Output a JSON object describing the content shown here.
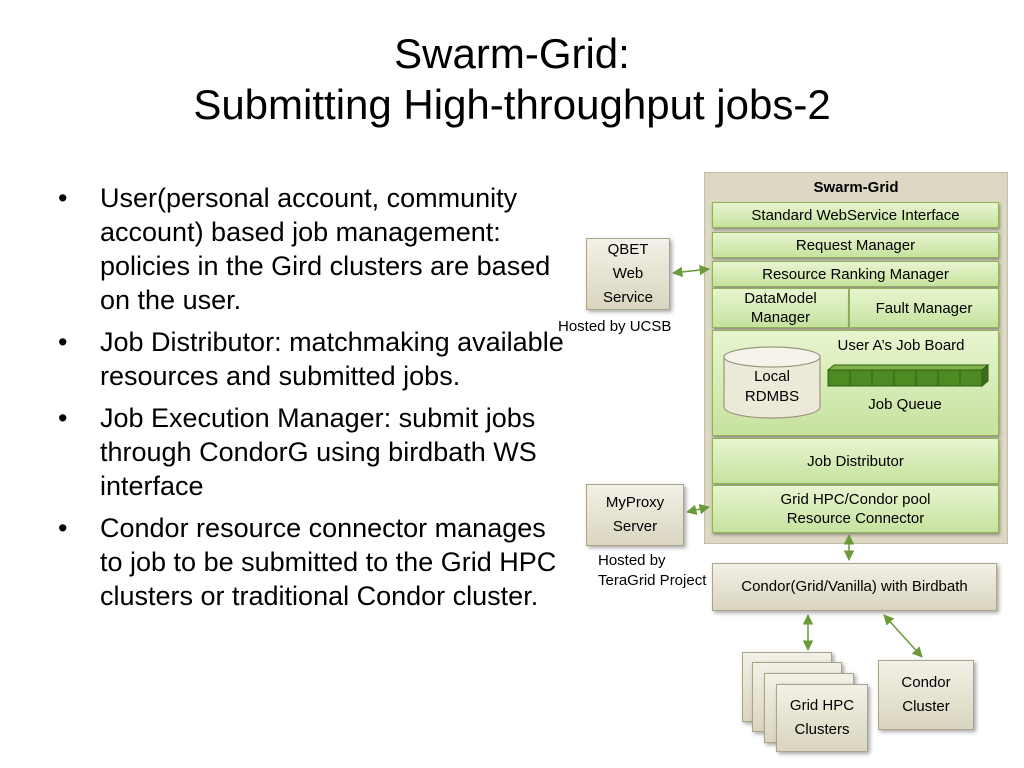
{
  "slide": {
    "title_line1": "Swarm-Grid:",
    "title_line2": "Submitting High-throughput jobs-2",
    "bullets": [
      "User(personal account, community account) based job management: policies in the Gird clusters are based on the user.",
      "Job Distributor: matchmaking available resources and submitted jobs.",
      "Job Execution Manager: submit jobs through CondorG using birdbath WS interface",
      "Condor resource connector manages to job to be submitted to the Grid HPC clusters or traditional Condor cluster."
    ]
  },
  "diagram": {
    "swarm_grid_label": "Swarm-Grid",
    "standard_ws": "Standard WebService Interface",
    "request_manager": "Request Manager",
    "resource_ranking": "Resource Ranking Manager",
    "datamodel_manager": "DataModel Manager",
    "fault_manager": "Fault Manager",
    "job_board": "User A’s Job Board",
    "local_rdbms": "Local RDMBS",
    "job_queue": "Job Queue",
    "job_distributor": "Job Distributor",
    "grid_hpc_connector_line1": "Grid HPC/Condor pool",
    "grid_hpc_connector_line2": "Resource Connector",
    "qbet": "QBET Web Service",
    "hosted_ucsb": "Hosted by UCSB",
    "myproxy": "MyProxy Server",
    "hosted_teragrid_line1": "Hosted by",
    "hosted_teragrid_line2": "TeraGrid Project",
    "condor_birdbath": "Condor(Grid/Vanilla) with Birdbath",
    "grid_hpc_clusters": "Grid HPC Clusters",
    "condor_cluster": "Condor Cluster"
  },
  "colors": {
    "green_box": "#c6e29e",
    "panel": "#dcd8c4",
    "arrow": "#6a9a3a",
    "queue": "#4e8a22"
  }
}
